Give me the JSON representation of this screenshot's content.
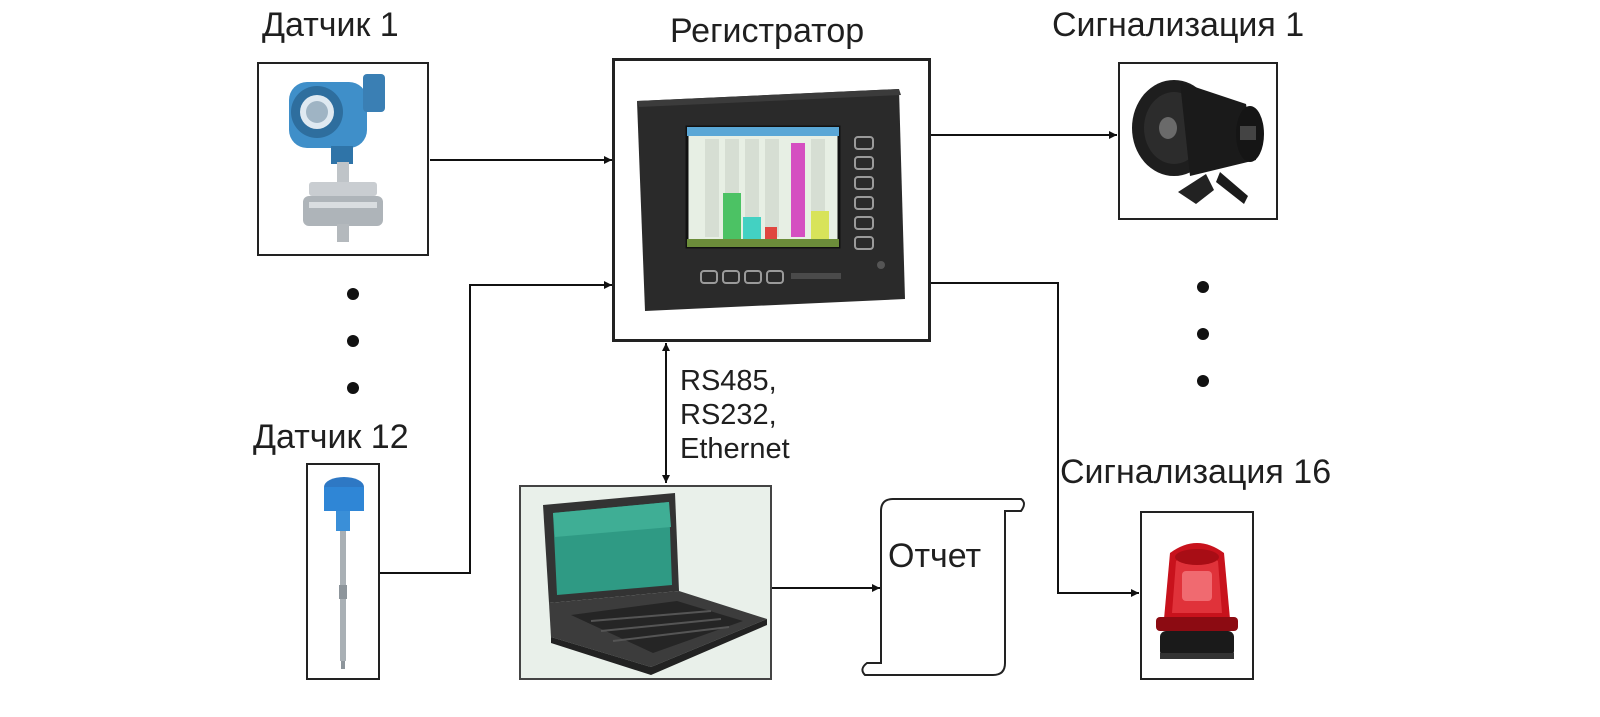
{
  "sensors": {
    "first_label": "Датчик 1",
    "last_label": "Датчик 12"
  },
  "recorder": {
    "label": "Регистратор"
  },
  "alarms": {
    "first_label": "Сигнализация 1",
    "last_label": "Сигнализация 16"
  },
  "link": {
    "lines": [
      "RS485,",
      "RS232,",
      "Ethernet"
    ]
  },
  "report": {
    "label": "Отчет"
  },
  "colors": {
    "line": "#111111",
    "sensor_blue": "#3f8fc9",
    "screen_green": "#4cc264",
    "screen_magenta": "#d54fc1",
    "beacon_red": "#c8121c"
  }
}
